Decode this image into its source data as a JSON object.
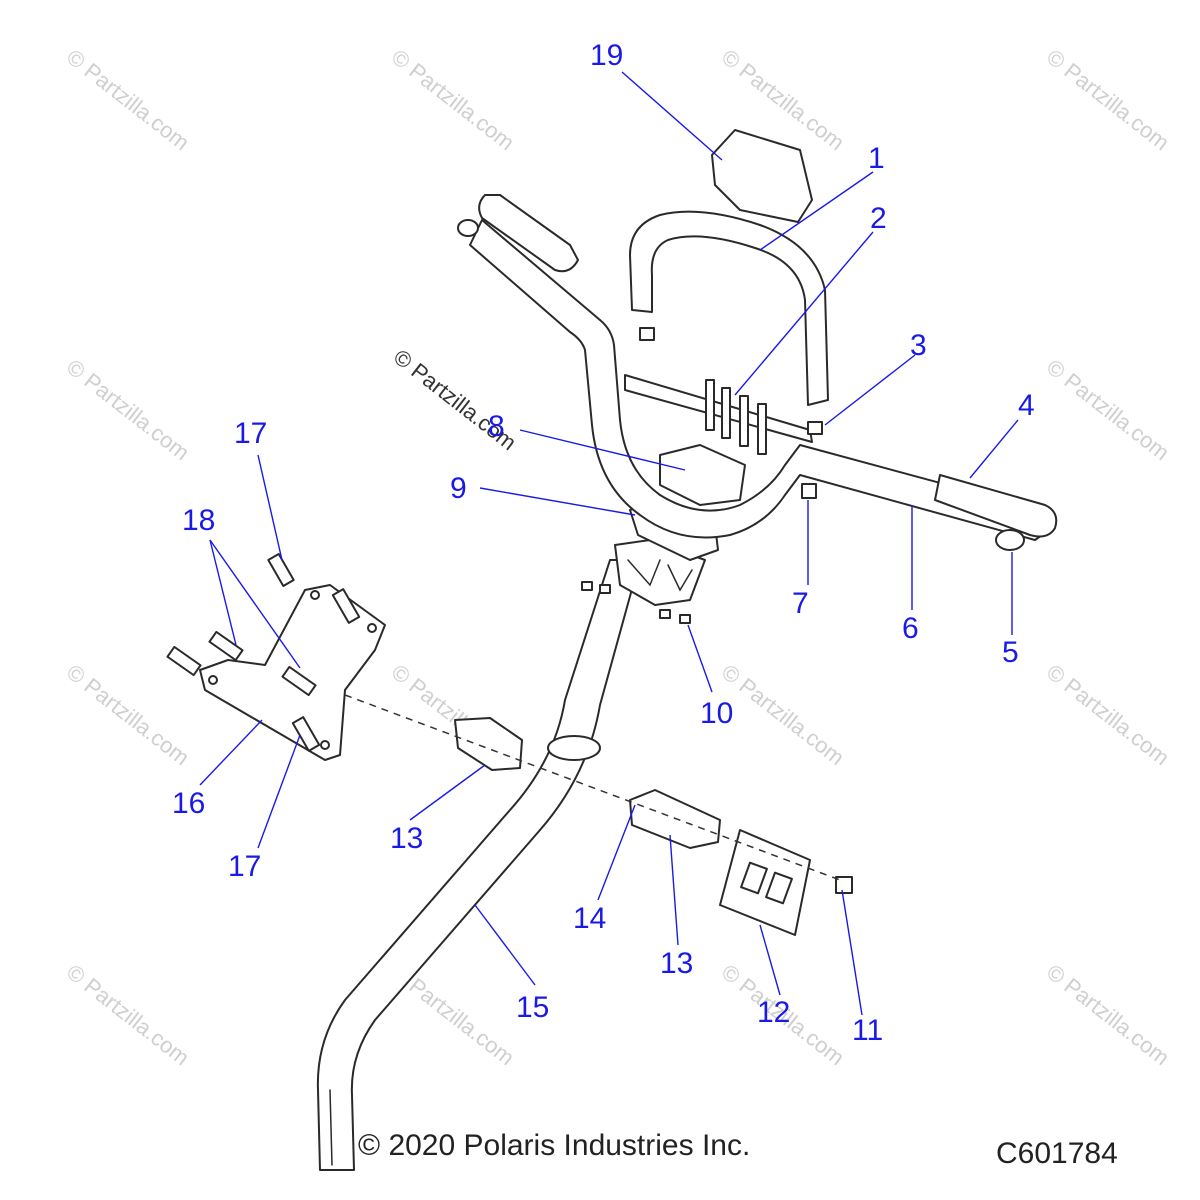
{
  "diagram": {
    "callouts": [
      "19",
      "1",
      "2",
      "3",
      "4",
      "5",
      "6",
      "7",
      "8",
      "9",
      "10",
      "11",
      "12",
      "13",
      "13",
      "14",
      "15",
      "16",
      "17",
      "17",
      "18"
    ],
    "watermark_text": "© Partzilla.com",
    "copyright": "© 2020 Polaris Industries Inc.",
    "part_code": "C601784"
  }
}
